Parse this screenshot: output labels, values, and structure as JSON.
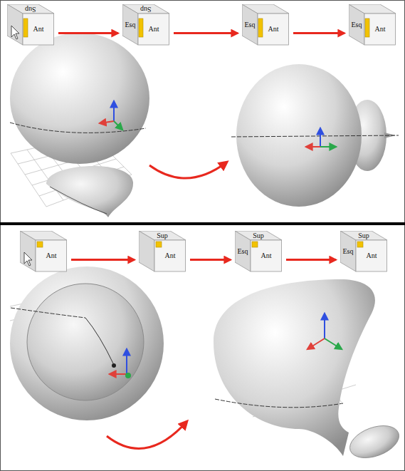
{
  "diagram": {
    "nodes": [
      {
        "text": [
          "Sup",
          "Ant"
        ]
      },
      {
        "text": [
          "Sup",
          "Esq",
          "Ant"
        ]
      },
      {
        "text": [
          "Esq",
          "Ant"
        ]
      },
      {
        "text": [
          "Esq",
          "Ant"
        ]
      },
      {
        "text": [
          "Ant"
        ]
      },
      {
        "text": [
          "Sup",
          "Ant"
        ]
      },
      {
        "text": [
          "Sup",
          "Esq",
          "Ant"
        ]
      },
      {
        "text": [
          "Sup",
          "Esq",
          "Ant"
        ]
      }
    ],
    "edges": [
      {
        "from": 0,
        "to": 1,
        "arrow": "to"
      },
      {
        "from": 1,
        "to": 2,
        "arrow": "to"
      },
      {
        "from": 2,
        "to": 3,
        "arrow": "to"
      },
      {
        "from": 4,
        "to": 5,
        "arrow": "to"
      },
      {
        "from": 5,
        "to": 6,
        "arrow": "to"
      },
      {
        "from": 6,
        "to": 7,
        "arrow": "to"
      }
    ]
  }
}
